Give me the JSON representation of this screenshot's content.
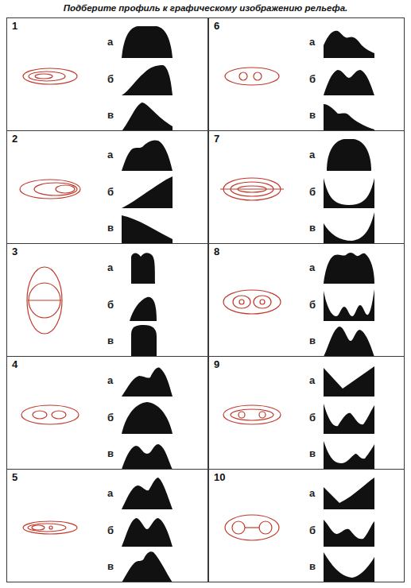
{
  "diagram": {
    "title": "Подберите профиль к графическому изображению рельефа.",
    "nodes": [
      {
        "text": [
          "1",
          "а",
          "б",
          "в"
        ]
      },
      {
        "text": [
          "6",
          "а",
          "б",
          "в"
        ]
      },
      {
        "text": [
          "2",
          "а",
          "б",
          "в"
        ]
      },
      {
        "text": [
          "7",
          "а",
          "б",
          "в"
        ]
      },
      {
        "text": [
          "3",
          "а",
          "б",
          "в"
        ]
      },
      {
        "text": [
          "8",
          "а",
          "б",
          "в"
        ]
      },
      {
        "text": [
          "4",
          "а",
          "б",
          "в"
        ]
      },
      {
        "text": [
          "9",
          "а",
          "б",
          "в"
        ]
      },
      {
        "text": [
          "5",
          "а",
          "б",
          "в"
        ]
      },
      {
        "text": [
          "10",
          "а",
          "б",
          "в"
        ]
      }
    ]
  }
}
